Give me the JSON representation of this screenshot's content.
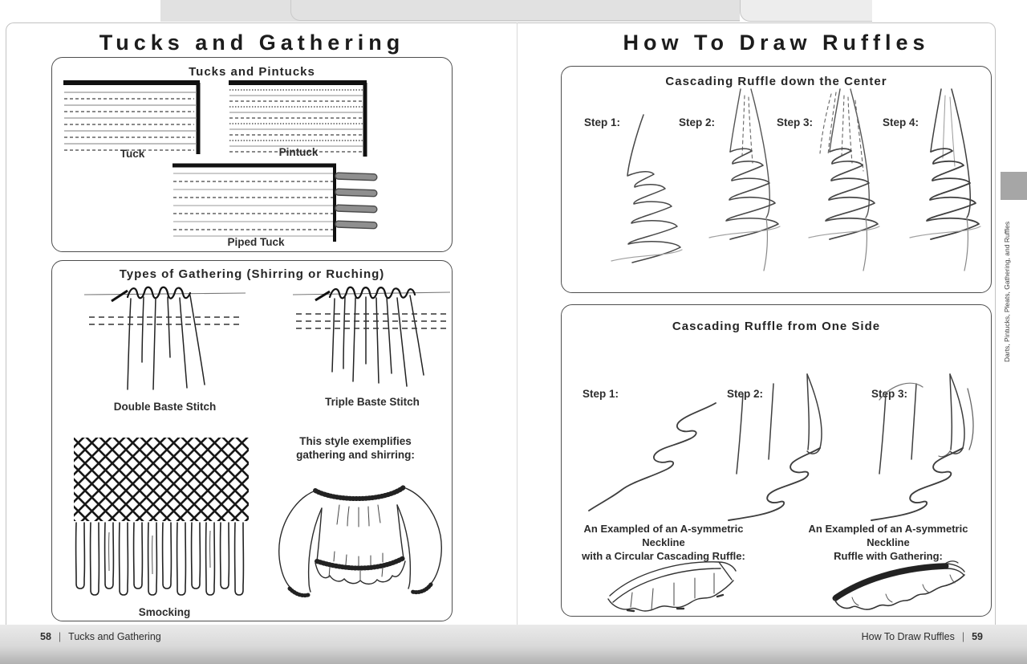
{
  "left_page": {
    "title": "Tucks and Gathering",
    "tucks_box": {
      "heading": "Tucks and Pintucks",
      "tuck_label": "Tuck",
      "pintuck_label": "Pintuck",
      "piped_tuck_label": "Piped Tuck"
    },
    "gathering_box": {
      "heading": "Types of Gathering (Shirring or Ruching)",
      "double_label": "Double Baste Stitch",
      "triple_label": "Triple Baste Stitch",
      "smocking_label": "Smocking",
      "note_line1": "This style exemplifies",
      "note_line2": "gathering and shirring:"
    },
    "footer": {
      "page_number": "58",
      "divider": "|",
      "title": "Tucks and Gathering"
    }
  },
  "right_page": {
    "title": "How To Draw Ruffles",
    "center_box": {
      "heading": "Cascading Ruffle down the Center",
      "steps": [
        "Step 1:",
        "Step 2:",
        "Step 3:",
        "Step 4:"
      ]
    },
    "side_box": {
      "heading": "Cascading Ruffle from One Side",
      "steps": [
        "Step 1:",
        "Step 2:",
        "Step 3:"
      ],
      "caption_left_line1": "An Exampled of an A-symmetric Neckline",
      "caption_left_line2": "with a Circular Cascading Ruffle:",
      "caption_right_line1": "An Exampled of an A-symmetric Neckline",
      "caption_right_line2": "Ruffle with Gathering:"
    },
    "footer": {
      "title": "How To Draw Ruffles",
      "divider": "|",
      "page_number": "59"
    }
  },
  "side_tab": {
    "label": "Darts, Pintucks, Pleats, Gathering, and Ruffles"
  },
  "colors": {
    "box_border": "#4e4e4e",
    "behind_page_gray": "#e1e1e1",
    "footer_band_top": "#eaeaea",
    "footer_band_bottom": "#b1b1b1",
    "tab_gray": "#a6a6a6"
  }
}
